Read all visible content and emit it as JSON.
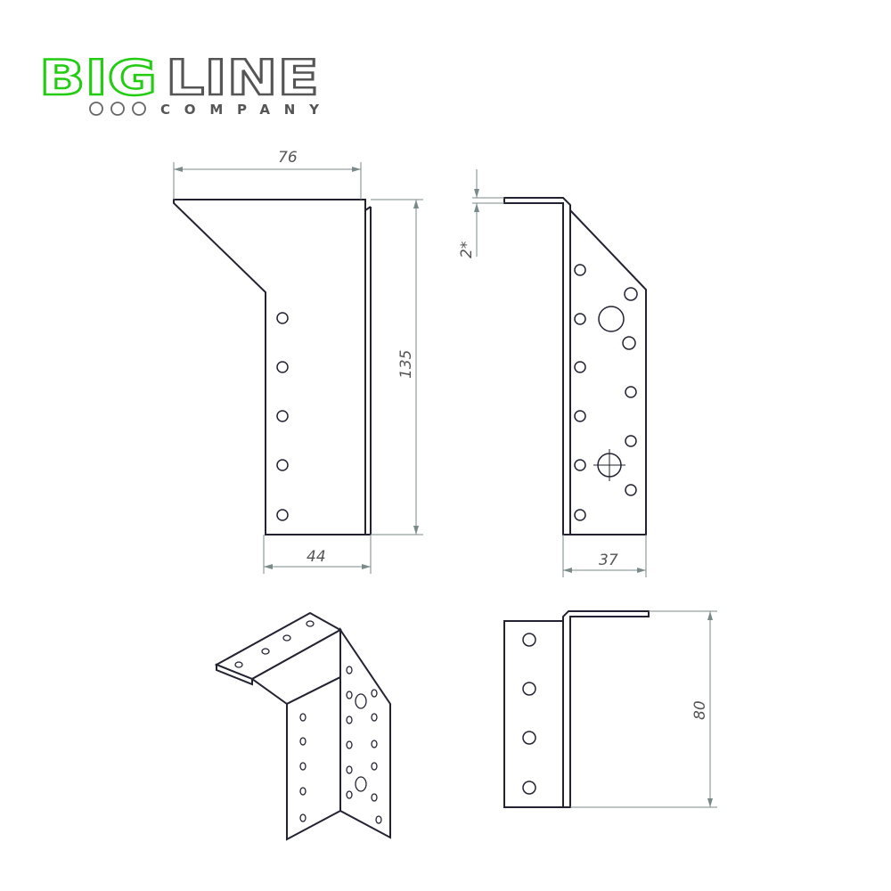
{
  "logo": {
    "part1": "BIG",
    "part2": "LINE",
    "subtitle": "COMPANY",
    "green": "#22cc11",
    "gray": "#555555"
  },
  "dimensions": {
    "front_width_top": "76",
    "front_height": "135",
    "front_width_bottom": "44",
    "side_thickness": "2*",
    "side_width": "37",
    "bottom_height": "80"
  },
  "colors": {
    "line": "#222233",
    "dim": "#7a8a8a"
  }
}
